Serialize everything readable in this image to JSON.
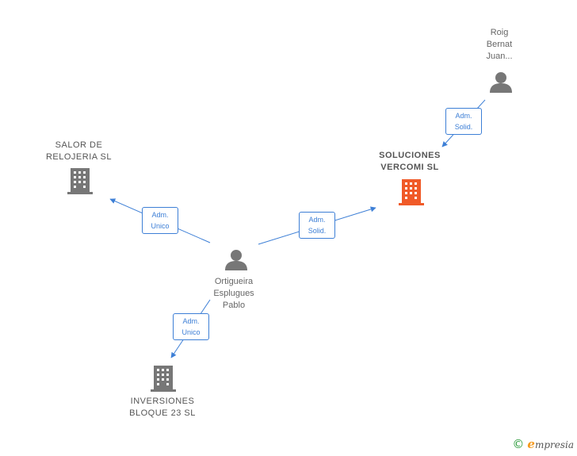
{
  "colors": {
    "edge": "#3d7fd6",
    "person_icon": "#777777",
    "company_icon": "#777777",
    "company_icon_highlight": "#f05a28"
  },
  "nodes": {
    "salor": {
      "label": "SALOR DE\nRELOJERIA  SL",
      "icon": "building-icon"
    },
    "soluciones": {
      "label": "SOLUCIONES\nVERCOMI  SL",
      "icon": "building-icon",
      "highlighted": true
    },
    "roig": {
      "label": "Roig\nBernat\nJuan...",
      "icon": "person-icon"
    },
    "ortigueira": {
      "label": "Ortigueira\nEsplugues\nPablo",
      "icon": "person-icon"
    },
    "inversiones": {
      "label": "INVERSIONES\nBLOQUE 23  SL",
      "icon": "building-icon"
    }
  },
  "edges": {
    "ortigueira_salor": {
      "label": "Adm.\nUnico"
    },
    "ortigueira_soluciones": {
      "label": "Adm.\nSolid."
    },
    "roig_soluciones": {
      "label": "Adm.\nSolid."
    },
    "ortigueira_inversiones": {
      "label": "Adm.\nUnico"
    }
  },
  "footer": {
    "copyright_symbol": "©",
    "brand_initial": "e",
    "brand_rest": "mpresia"
  }
}
